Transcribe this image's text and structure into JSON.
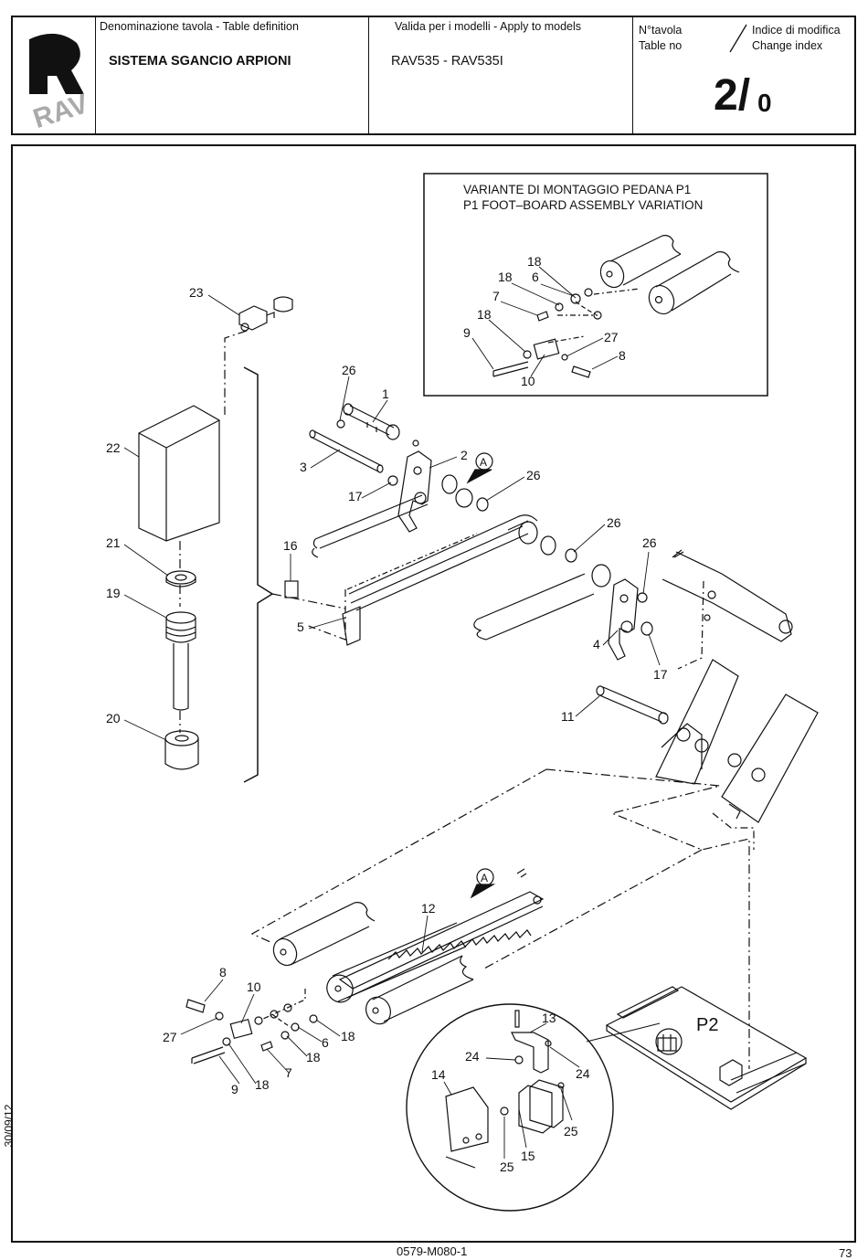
{
  "header": {
    "table_definition_label": "Denominazione tavola - Table definition",
    "table_title": "SISTEMA SGANCIO ARPIONI",
    "models_label": "Valida per i modelli - Apply to models",
    "models_value": "RAV535 - RAV535I",
    "table_no_label_it": "N°tavola",
    "table_no_label_en": "Table no",
    "change_index_label_it": "Indice di modifica",
    "change_index_label_en": "Change index",
    "table_no_value": "2/",
    "change_index_value": "0"
  },
  "logo": {
    "text": "RAV",
    "icon": "rav-logo-icon"
  },
  "inset": {
    "title_it": "VARIANTE DI MONTAGGIO PEDANA P1",
    "title_en": "P1 FOOT–BOARD ASSEMBLY VARIATION"
  },
  "detail_label": "P2",
  "callout_label": "A",
  "part_numbers": {
    "p1": "1",
    "p2": "2",
    "p3": "3",
    "p4": "4",
    "p5": "5",
    "p6": "6",
    "p7": "7",
    "p8": "8",
    "p9": "9",
    "p10": "10",
    "p11": "11",
    "p12": "12",
    "p13": "13",
    "p14": "14",
    "p15": "15",
    "p16": "16",
    "p17": "17",
    "p18": "18",
    "p19": "19",
    "p20": "20",
    "p21": "21",
    "p22": "22",
    "p23": "23",
    "p24": "24",
    "p25": "25",
    "p26": "26",
    "p27": "27"
  },
  "footer": {
    "doc_code": "0579-M080-1",
    "page_number": "73",
    "date": "30/09/12"
  }
}
